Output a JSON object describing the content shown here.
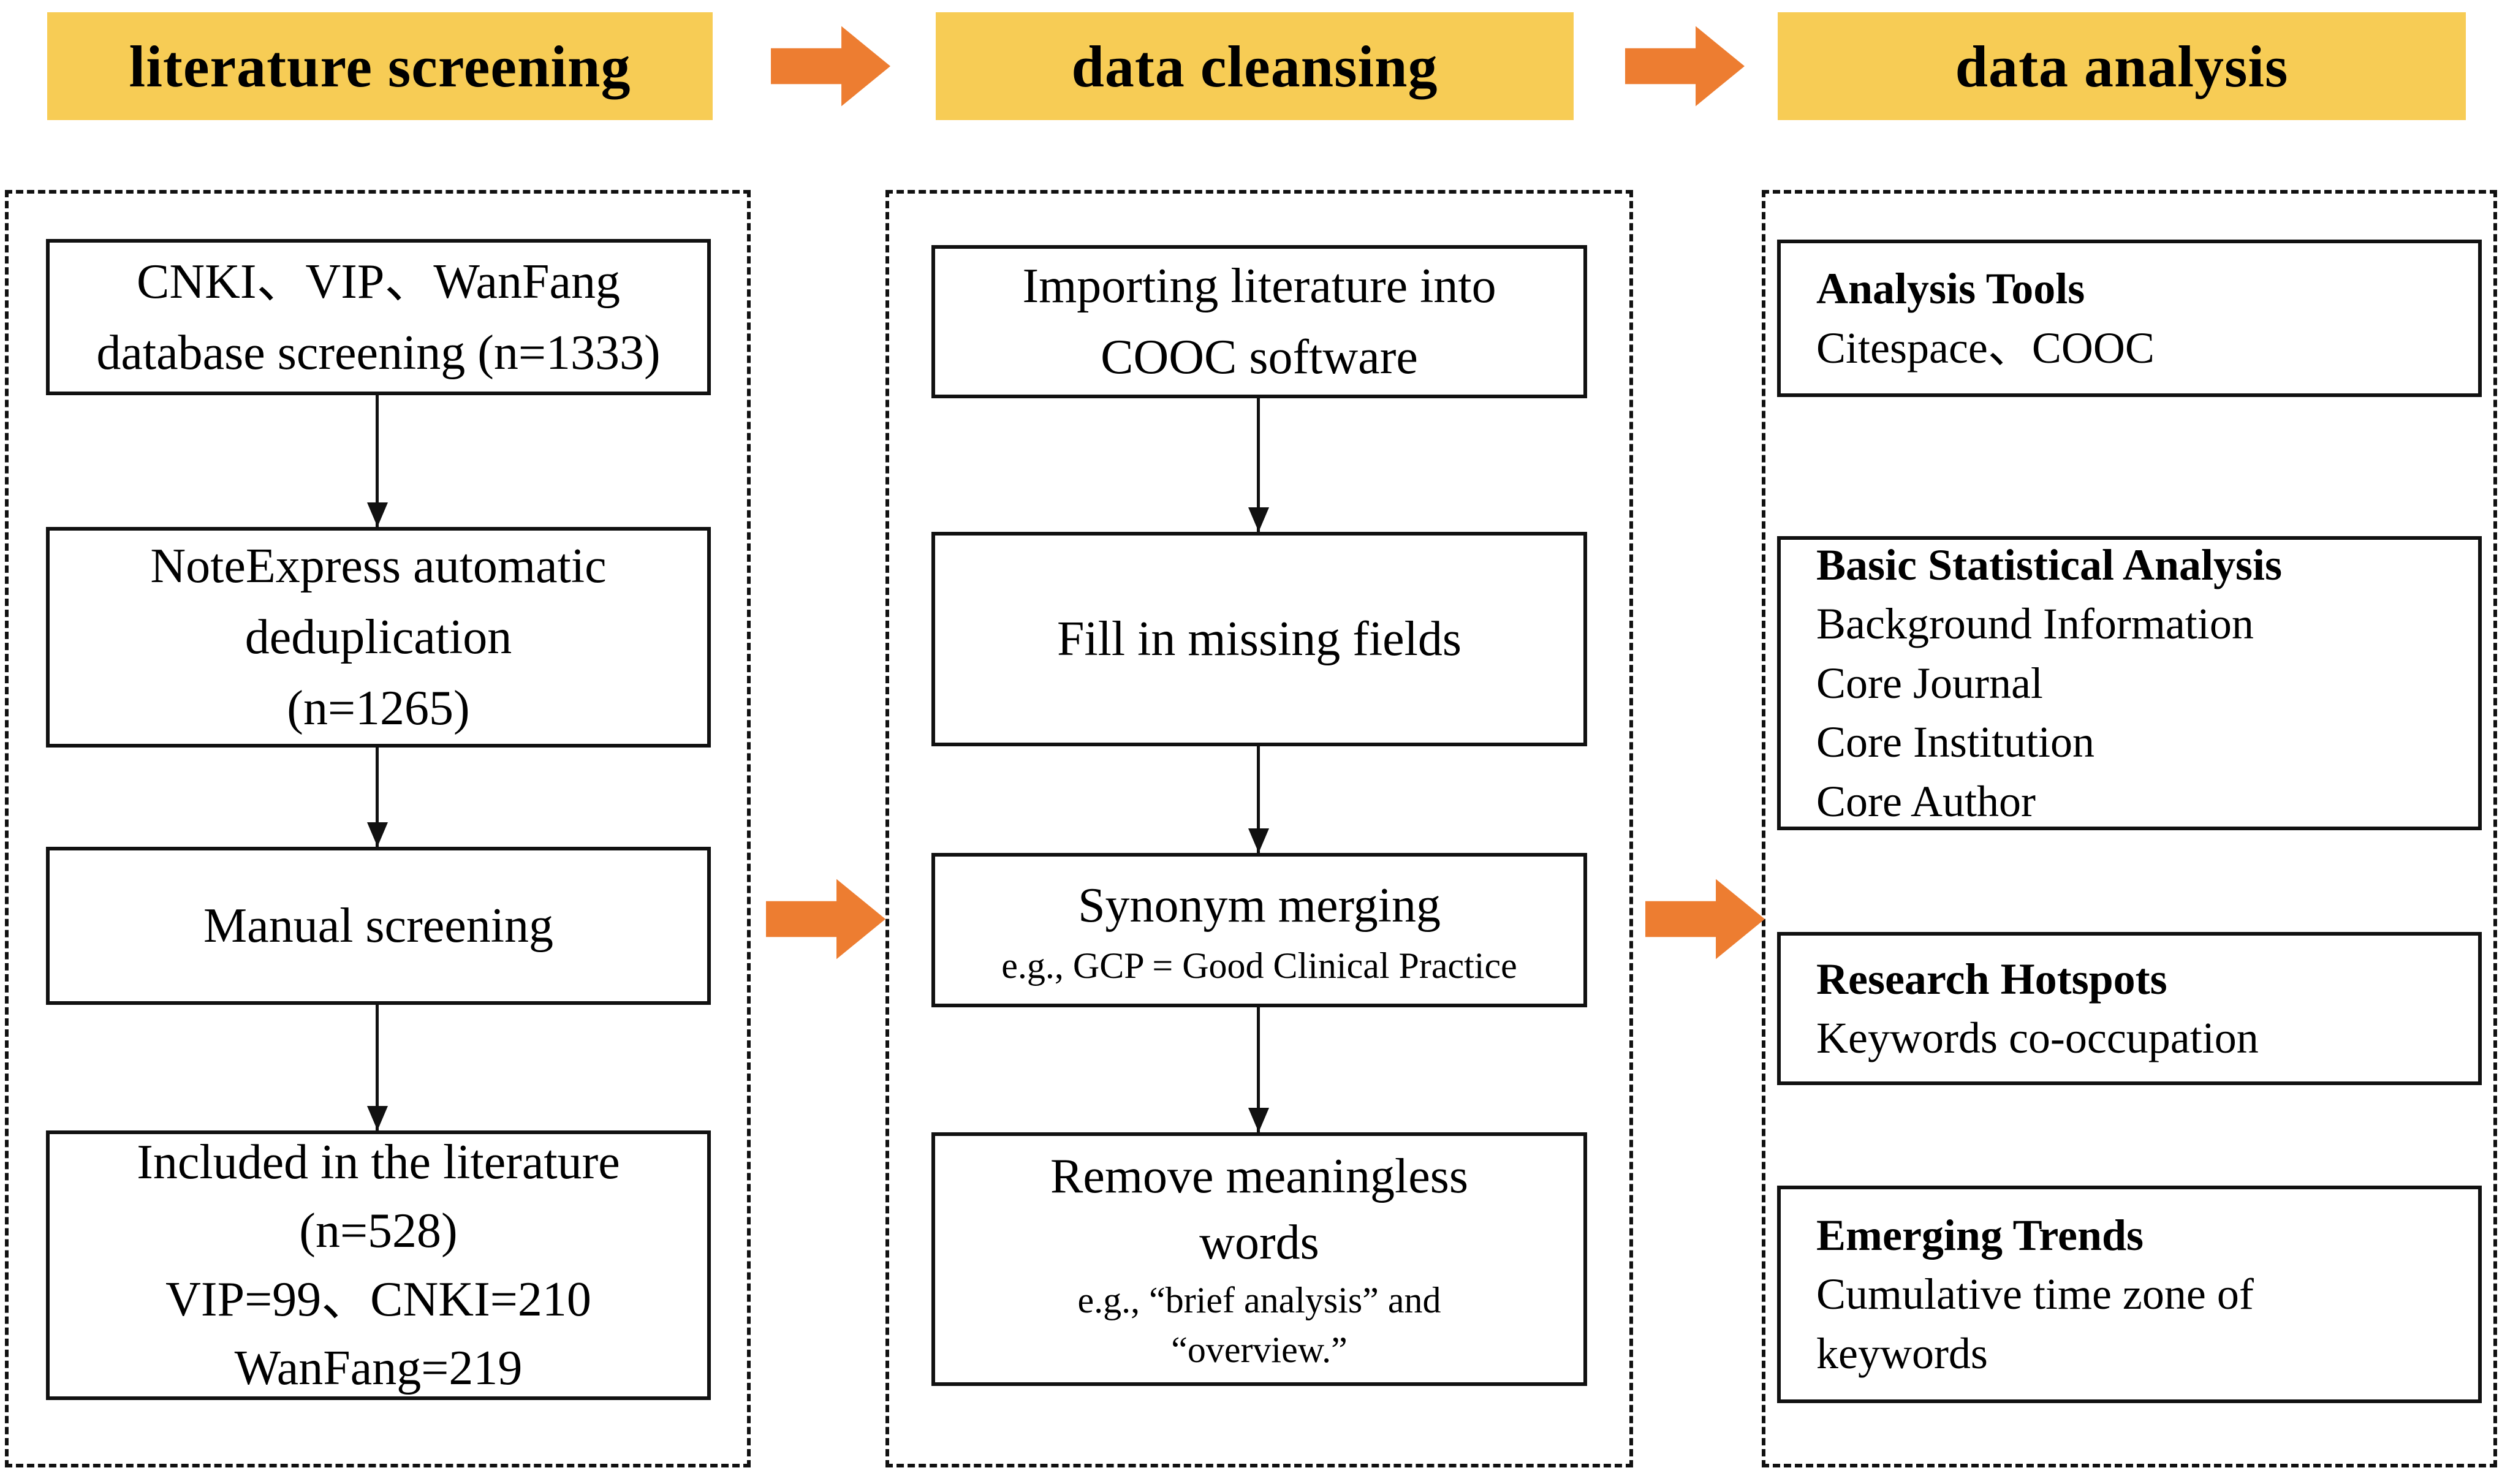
{
  "colors": {
    "header_bg": "#F7CC55",
    "arrow_orange": "#ED7D31",
    "box_border": "#111111"
  },
  "columns": [
    {
      "header": "literature screening",
      "boxes": [
        {
          "lines": [
            "CNKI、VIP、WanFang",
            "database screening (n=1333)"
          ]
        },
        {
          "lines": [
            "NoteExpress automatic",
            "deduplication",
            "(n=1265)"
          ]
        },
        {
          "lines": [
            "Manual screening"
          ]
        },
        {
          "lines": [
            "Included in the literature",
            "(n=528)",
            "VIP=99、CNKI=210",
            "WanFang=219"
          ]
        }
      ]
    },
    {
      "header": "data cleansing",
      "boxes": [
        {
          "lines": [
            "Importing literature into",
            "COOC software"
          ]
        },
        {
          "lines": [
            "Fill in missing fields"
          ]
        },
        {
          "lines": [
            "Synonym merging"
          ],
          "sub": [
            "e.g., GCP = Good Clinical Practice"
          ]
        },
        {
          "lines": [
            "Remove meaningless",
            "words"
          ],
          "sub": [
            "e.g., “brief analysis” and",
            "“overview.”"
          ]
        }
      ]
    },
    {
      "header": "data analysis",
      "boxes": [
        {
          "title": "Analysis Tools",
          "lines": [
            "Citespace、COOC"
          ]
        },
        {
          "title": "Basic Statistical Analysis",
          "lines": [
            "Background Information",
            "Core Journal",
            "Core Institution",
            "Core Author"
          ]
        },
        {
          "title": "Research Hotspots",
          "lines": [
            "Keywords co-occupation"
          ]
        },
        {
          "title": "Emerging Trends",
          "lines": [
            "Cumulative time zone of",
            "keywords"
          ]
        }
      ]
    }
  ]
}
